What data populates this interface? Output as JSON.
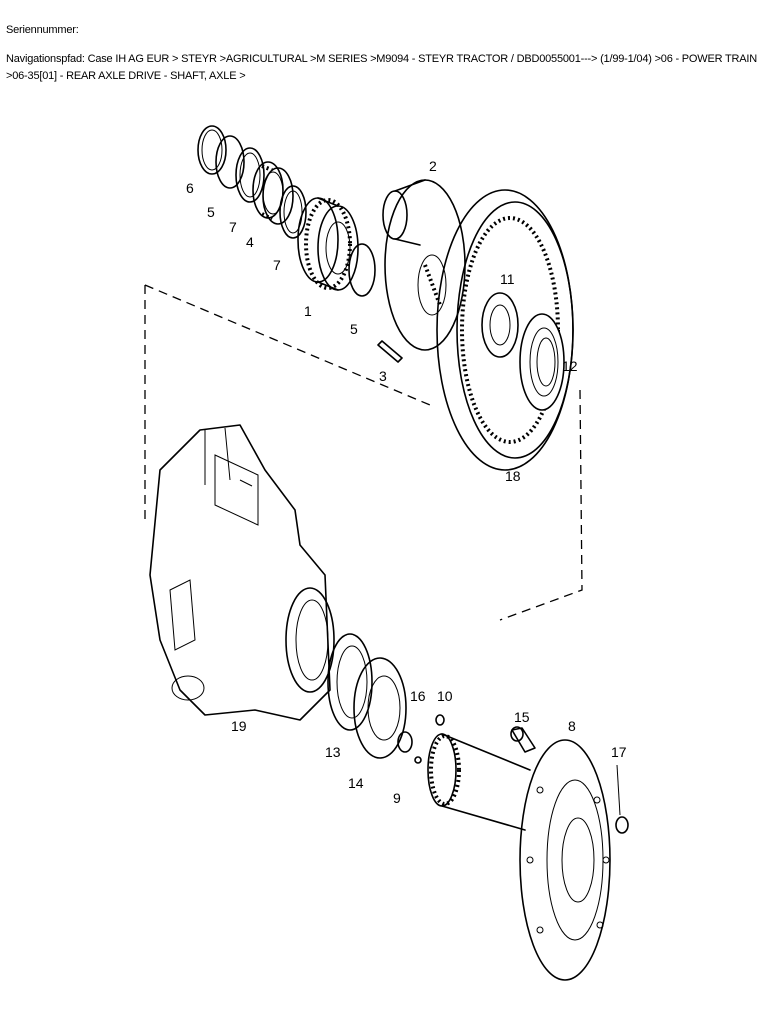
{
  "header": {
    "serial_label": "Seriennummer:",
    "nav_path": "Navigationspfad: Case IH AG EUR > STEYR >AGRICULTURAL >M SERIES >M9094 - STEYR TRACTOR / DBD0055001---> (1/99-1/04) >06 - POWER TRAIN >06-35[01] - REAR AXLE DRIVE - SHAFT, AXLE >"
  },
  "callouts": {
    "c1": "1",
    "c2": "2",
    "c3": "3",
    "c4": "4",
    "c5a": "5",
    "c5b": "5",
    "c6": "6",
    "c7a": "7",
    "c7b": "7",
    "c8": "8",
    "c9": "9",
    "c10": "10",
    "c11": "11",
    "c12": "12",
    "c13": "13",
    "c14": "14",
    "c15": "15",
    "c16": "16",
    "c17": "17",
    "c18": "18",
    "c19": "19"
  }
}
